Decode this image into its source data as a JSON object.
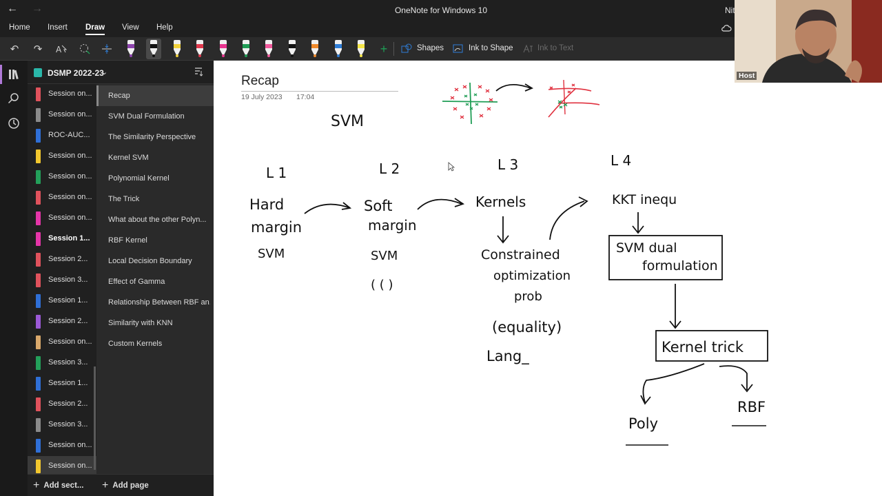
{
  "window": {
    "title": "OneNote for Windows 10",
    "user": "Nit"
  },
  "menu": {
    "tabs": [
      "Home",
      "Insert",
      "Draw",
      "View",
      "Help"
    ],
    "active": "Draw"
  },
  "ribbon": {
    "shapes_label": "Shapes",
    "ink_to_shape_label": "Ink to Shape",
    "ink_to_text_label": "Ink to Text",
    "pens": [
      {
        "name": "pen-purple",
        "color": "#8e44ad"
      },
      {
        "name": "pen-black",
        "color": "#111111"
      },
      {
        "name": "pen-yellow",
        "color": "#f2d23b"
      },
      {
        "name": "pen-red",
        "color": "#e03a4e"
      },
      {
        "name": "highlighter-pink",
        "color": "#e8358f"
      },
      {
        "name": "pen-green",
        "color": "#1f9d55"
      },
      {
        "name": "pen-pink",
        "color": "#f15a9c"
      },
      {
        "name": "pen-black-2",
        "color": "#111111"
      },
      {
        "name": "pen-orange",
        "color": "#f08a2c"
      },
      {
        "name": "pen-blue",
        "color": "#2f7ed8"
      },
      {
        "name": "highlighter-yellow",
        "color": "#f5e64a"
      }
    ]
  },
  "notebook": {
    "title": "DSMP 2022-23",
    "sections": [
      {
        "label": "Session on...",
        "color": "#e0525c",
        "bold": false
      },
      {
        "label": "Session on...",
        "color": "#8a8a8a",
        "bold": false
      },
      {
        "label": "ROC-AUC...",
        "color": "#2f6fd6",
        "bold": false
      },
      {
        "label": "Session on...",
        "color": "#f2c72e",
        "bold": false
      },
      {
        "label": "Session on...",
        "color": "#23a05a",
        "bold": false
      },
      {
        "label": "Session on...",
        "color": "#e0525c",
        "bold": false
      },
      {
        "label": "Session on...",
        "color": "#e535a8",
        "bold": false
      },
      {
        "label": "Session 1...",
        "color": "#e535a8",
        "bold": true
      },
      {
        "label": "Session 2...",
        "color": "#e0525c",
        "bold": false
      },
      {
        "label": "Session 3...",
        "color": "#e0525c",
        "bold": false
      },
      {
        "label": "Session 1...",
        "color": "#2f6fd6",
        "bold": false
      },
      {
        "label": "Session 2...",
        "color": "#9b59d6",
        "bold": false
      },
      {
        "label": "Session on...",
        "color": "#d9a86b",
        "bold": false
      },
      {
        "label": "Session 3...",
        "color": "#23a05a",
        "bold": false
      },
      {
        "label": "Session 1...",
        "color": "#2f6fd6",
        "bold": false
      },
      {
        "label": "Session 2...",
        "color": "#e0525c",
        "bold": false
      },
      {
        "label": "Session 3...",
        "color": "#8a8a8a",
        "bold": false
      },
      {
        "label": "Session on...",
        "color": "#2f6fd6",
        "bold": false
      },
      {
        "label": "Session on...",
        "color": "#f2c72e",
        "bold": false
      }
    ],
    "pages": [
      "Recap",
      "SVM Dual Formulation",
      "The Similarity Perspective",
      "Kernel SVM",
      "Polynomial Kernel",
      "The Trick",
      "What about the other Polyn...",
      "RBF Kernel",
      "Local Decision Boundary",
      "Effect of Gamma",
      "Relationship Between RBF an...",
      "Similarity with KNN",
      "Custom Kernels"
    ],
    "add_section": "Add sect...",
    "add_page": "Add page"
  },
  "page": {
    "title": "Recap",
    "date": "19 July 2023",
    "time": "17:04"
  },
  "ink": {
    "topic": "SVM",
    "l1": "L 1",
    "l2": "L 2",
    "l3": "L 3",
    "l4": "L 4",
    "hard_margin": [
      "Hard",
      "margin",
      "SVM"
    ],
    "soft_margin": [
      "Soft",
      "margin",
      "SVM",
      "( ( )"
    ],
    "kernels": "Kernels",
    "constrained": [
      "Constrained",
      "optimization",
      "prob",
      "(equality)",
      "Lang_"
    ],
    "kkt": "KKT inequ",
    "dual": [
      "SVM dual",
      "formulation"
    ],
    "kernel_trick": "Kernel trick",
    "poly": "Poly",
    "rbf": "RBF"
  },
  "webcam": {
    "host_label": "Host"
  }
}
